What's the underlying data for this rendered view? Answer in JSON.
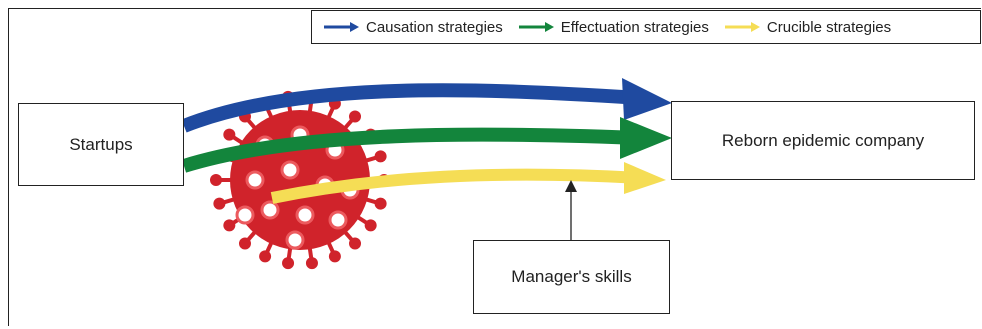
{
  "legend": {
    "items": [
      {
        "label": "Causation strategies",
        "color": "#1f4aa0"
      },
      {
        "label": "Effectuation strategies",
        "color": "#13853c"
      },
      {
        "label": "Crucible strategies",
        "color": "#f5dd55"
      }
    ]
  },
  "nodes": {
    "startups": "Startups",
    "reborn": "Reborn epidemic company",
    "skills": "Manager's skills"
  },
  "colors": {
    "causation": "#1f4aa0",
    "effectuation": "#13853c",
    "crucible": "#f5dd55",
    "virus": "#d0232b",
    "virus_light": "#ec5a5e"
  },
  "icons": {
    "virus": "coronavirus-illustration"
  }
}
